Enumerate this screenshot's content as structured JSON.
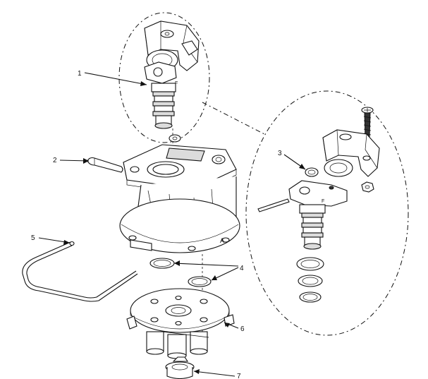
{
  "callouts": [
    {
      "id": "1",
      "label": "1"
    },
    {
      "id": "2",
      "label": "2"
    },
    {
      "id": "3",
      "label": "3"
    },
    {
      "id": "4",
      "label": "4"
    },
    {
      "id": "5",
      "label": "5"
    },
    {
      "id": "6",
      "label": "6"
    },
    {
      "id": "7",
      "label": "7"
    }
  ],
  "marks": {
    "body_letter": "A",
    "flag_letter": "F"
  }
}
